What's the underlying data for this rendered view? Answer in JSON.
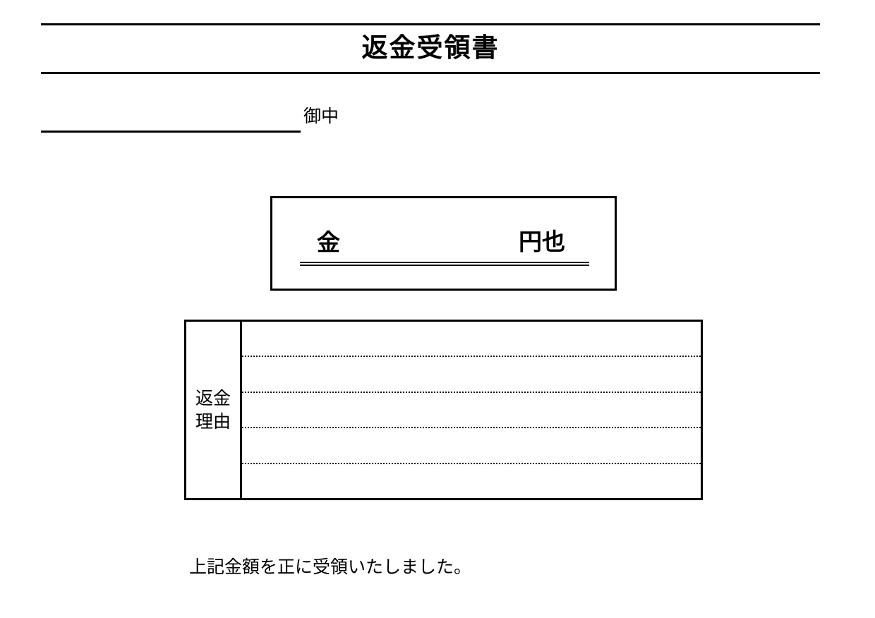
{
  "document": {
    "title": "返金受領書",
    "rules": {
      "top_visible": true,
      "bottom_visible": true
    }
  },
  "recipient": {
    "value": "",
    "placeholder": "",
    "suffix": "御中"
  },
  "amount": {
    "label": "金",
    "value": "",
    "placeholder": "",
    "unit": "円也",
    "underline_style": "double"
  },
  "reason": {
    "label": "返金\n理由",
    "label_plain": "返金理由",
    "rows": [
      {
        "value": ""
      },
      {
        "value": ""
      },
      {
        "value": ""
      },
      {
        "value": ""
      },
      {
        "value": ""
      }
    ],
    "row_count": 5,
    "row_divider_style": "dotted"
  },
  "footer": {
    "note": "上記金額を正に受領いたしました。"
  },
  "colors": {
    "ink": "#000000",
    "paper": "#ffffff"
  }
}
